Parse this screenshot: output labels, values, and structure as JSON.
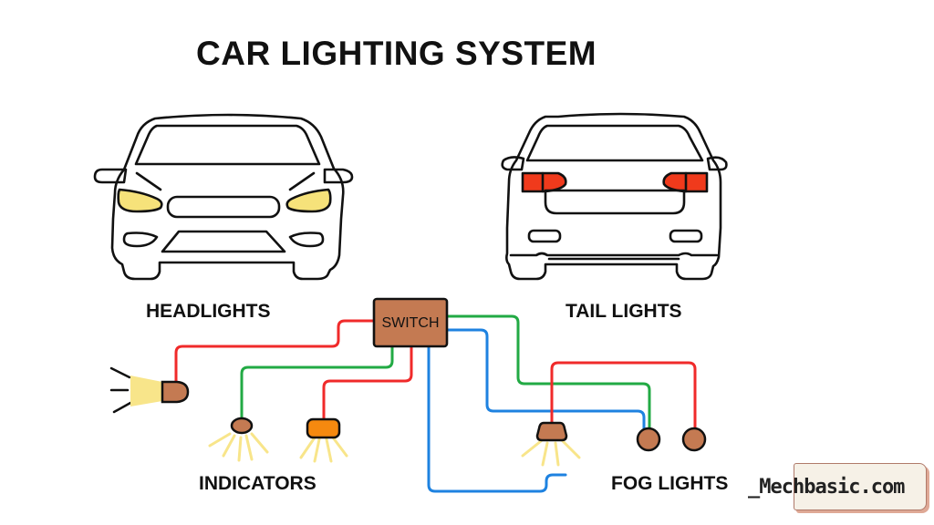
{
  "title": "CAR LIGHTING SYSTEM",
  "labels": {
    "headlights": "HEADLIGHTS",
    "tail_lights": "TAIL LIGHTS",
    "indicators": "INDICATORS",
    "fog_lights": "FOG LIGHTS"
  },
  "switch": {
    "label": "SWITCH"
  },
  "watermark": {
    "text": "_Mechbasic.com"
  },
  "colors": {
    "headlight_fill": "#f6e27a",
    "taillight_fill": "#f03a1c",
    "bulb_brown": "#c47a52",
    "indicator_orange": "#f5890f",
    "switch_fill": "#c47a52",
    "wire_red": "#f02a2a",
    "wire_green": "#22aa44",
    "wire_blue": "#1e82e0",
    "light_rays": "#f8e58a",
    "outline": "#111111"
  },
  "wires": [
    {
      "color": "red",
      "from": "switch",
      "to": "headlight-bulb"
    },
    {
      "color": "green",
      "from": "switch",
      "to": "indicator-bulb-left"
    },
    {
      "color": "red",
      "from": "switch",
      "to": "indicator-bulb-right"
    },
    {
      "color": "green",
      "from": "switch",
      "to": "tail-bulb-left"
    },
    {
      "color": "blue",
      "from": "switch",
      "to": "tail-bulb-left"
    },
    {
      "color": "blue",
      "from": "switch",
      "to": "fog-light-ground"
    },
    {
      "color": "red",
      "from": "fog-light-bulb",
      "to": "tail-bulb-right"
    }
  ]
}
